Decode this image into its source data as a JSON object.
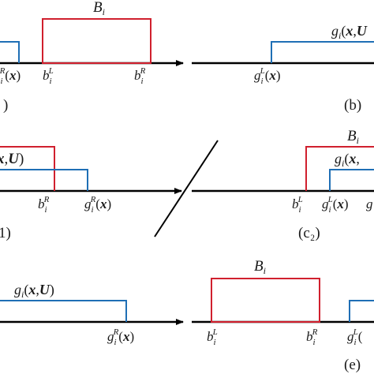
{
  "colors": {
    "interval_b": "#d0202e",
    "interval_g": "#1f6fb5",
    "axis": "#000000",
    "divider": "#000000"
  },
  "symbols": {
    "B": "B",
    "g": "g",
    "b": "b",
    "x": "x",
    "U": "U",
    "sub_i": "i",
    "sup_L": "L",
    "sup_R": "R",
    "paren_open": "(",
    "paren_close": ")",
    "comma": ","
  },
  "panels": {
    "a": {
      "caption": ")"
    },
    "b": {
      "caption": "(b)"
    },
    "c1": {
      "caption": "1)"
    },
    "c2": {
      "caption": "(c₂)"
    },
    "d": {
      "caption": ""
    },
    "e": {
      "caption": "(e)"
    }
  }
}
